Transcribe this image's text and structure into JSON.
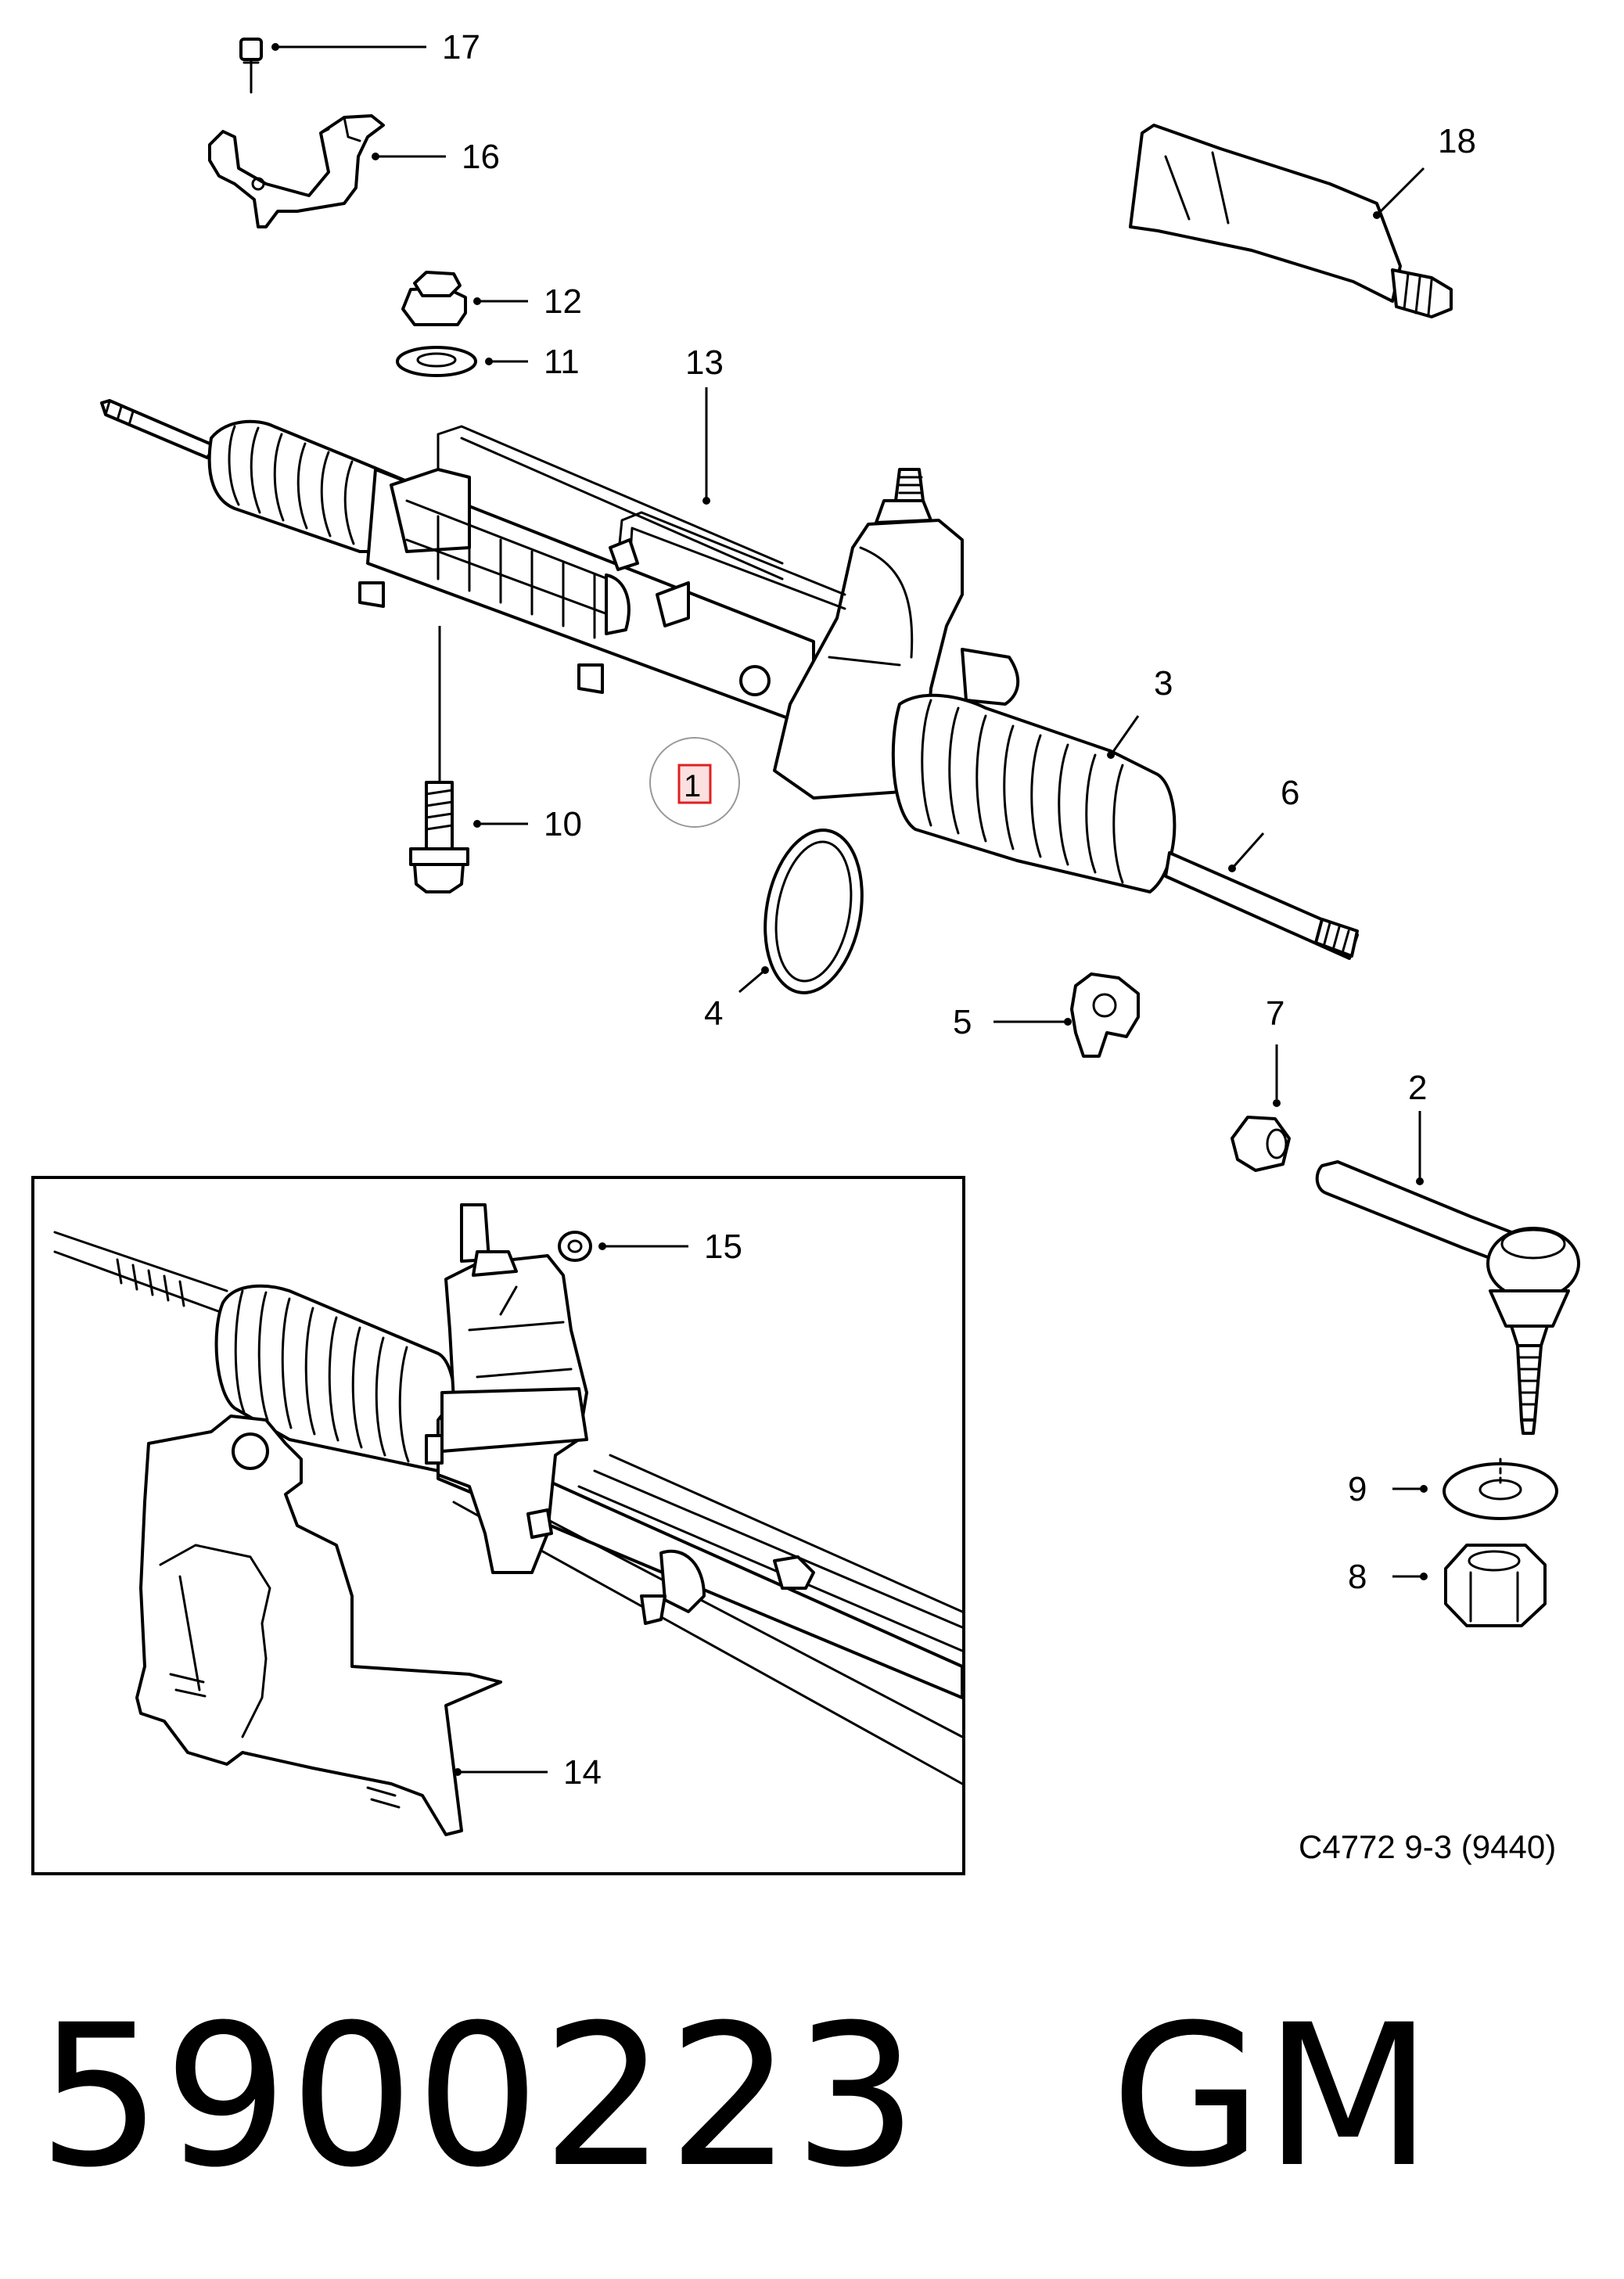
{
  "callouts": {
    "c1": "1",
    "c2": "2",
    "c3": "3",
    "c4": "4",
    "c5": "5",
    "c6": "6",
    "c7": "7",
    "c8": "8",
    "c9": "9",
    "c10": "10",
    "c11": "11",
    "c12": "12",
    "c13": "13",
    "c14": "14",
    "c15": "15",
    "c16": "16",
    "c17": "17",
    "c18": "18"
  },
  "diagram_ref": "C4772 9-3 (9440)",
  "part_number": "5900223   GM",
  "colors": {
    "highlight": "#e02020",
    "line": "#000000",
    "background": "#ffffff"
  }
}
